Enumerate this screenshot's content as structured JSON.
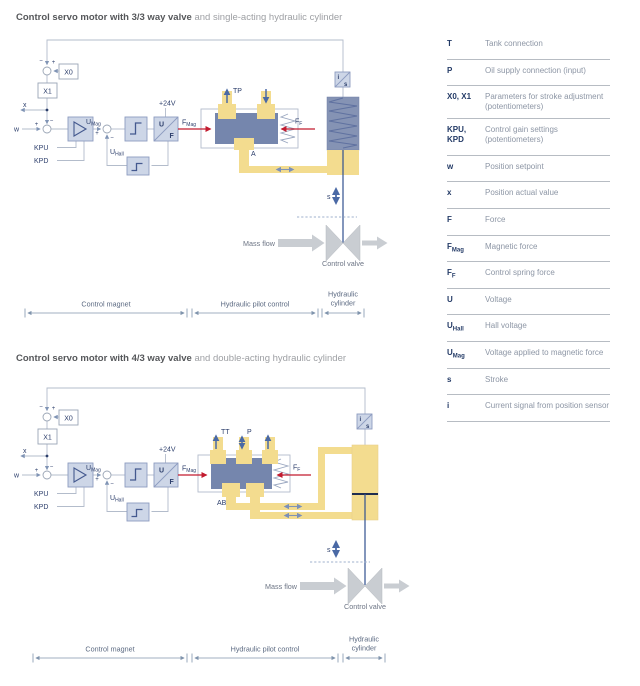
{
  "colors": {
    "title_bold": "#55575a",
    "title_light": "#9d9fa3",
    "signal_line": "#b3bccb",
    "navy_text": "#2c3e6b",
    "block_fill": "#cdd6e7",
    "block_stroke": "#8d9cc0",
    "valve_spool": "#7586ad",
    "oil_yellow": "#f3dc8f",
    "force_red": "#c21b2f",
    "flow_blue": "#4a69a5",
    "mass_gray": "#c9cdd2",
    "legend_term": "#233a66",
    "legend_desc": "#8d96a5",
    "legend_line": "#b7bcc3"
  },
  "d1": {
    "title_bold": "Control servo motor with 3/3 way valve",
    "title_light": "and single-acting hydraulic cylinder",
    "x0": "X0",
    "x1": "X1",
    "x": "x",
    "w": "w",
    "kpu": "KPU",
    "kpd": "KPD",
    "plus": "+",
    "minus": "−",
    "u": "U",
    "f": "F",
    "sub_mag": "Mag",
    "sub_hall": "Hall",
    "sub_f": "F",
    "uf_u": "U",
    "uf_f": "F",
    "supply": "+24V",
    "tp": "TP",
    "port_a": "A",
    "i": "i",
    "s": "s",
    "mass_flow": "Mass flow",
    "control_valve": "Control valve",
    "span1": "Control magnet",
    "span2": "Hydraulic pilot control",
    "span3a": "Hydraulic",
    "span3b": "cylinder"
  },
  "d2": {
    "title_bold": "Control servo motor with 4/3 way valve",
    "title_light": "and double-acting hydraulic cylinder",
    "x0": "X0",
    "x1": "X1",
    "x": "x",
    "w": "w",
    "kpu": "KPU",
    "kpd": "KPD",
    "plus": "+",
    "minus": "−",
    "u": "U",
    "f": "F",
    "sub_mag": "Mag",
    "sub_hall": "Hall",
    "sub_f": "F",
    "uf_u": "U",
    "uf_f": "F",
    "supply": "+24V",
    "tt": "TT",
    "p": "P",
    "port_ab": "AB",
    "i": "i",
    "s": "s",
    "mass_flow": "Mass flow",
    "control_valve": "Control valve",
    "span1": "Control magnet",
    "span2": "Hydraulic pilot control",
    "span3a": "Hydraulic",
    "span3b": "cylinder"
  },
  "legend": {
    "rows": [
      {
        "term": "T",
        "sub": "",
        "desc": "Tank connection"
      },
      {
        "term": "P",
        "sub": "",
        "desc": "Oil supply connection (input)"
      },
      {
        "term": "X0, X1",
        "sub": "",
        "desc": "Parameters for stroke adjustment (potentiometers)"
      },
      {
        "term": "KPU,\nKPD",
        "sub": "",
        "desc": "Control gain settings (potentiometers)"
      },
      {
        "term": "w",
        "sub": "",
        "desc": "Position setpoint"
      },
      {
        "term": "x",
        "sub": "",
        "desc": "Position actual value"
      },
      {
        "term": "F",
        "sub": "",
        "desc": "Force"
      },
      {
        "term": "F",
        "sub": "Mag",
        "desc": "Magnetic force"
      },
      {
        "term": "F",
        "sub": "F",
        "desc": "Control spring force"
      },
      {
        "term": "U",
        "sub": "",
        "desc": "Voltage"
      },
      {
        "term": "U",
        "sub": "Hall",
        "desc": "Hall voltage"
      },
      {
        "term": "U",
        "sub": "Mag",
        "desc": "Voltage applied to magnetic force"
      },
      {
        "term": "s",
        "sub": "",
        "desc": "Stroke"
      },
      {
        "term": "i",
        "sub": "",
        "desc": "Current signal from position sensor"
      }
    ]
  }
}
